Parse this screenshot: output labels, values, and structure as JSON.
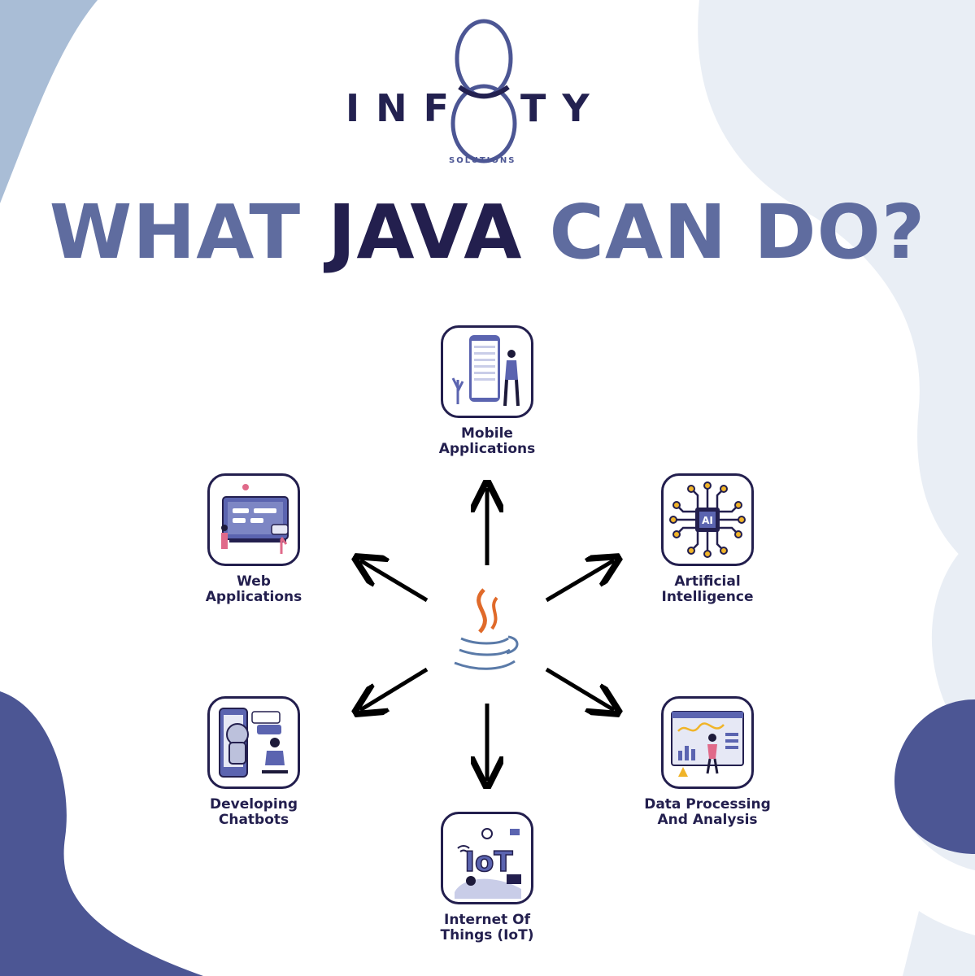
{
  "brand": {
    "name_left": "INF",
    "name_right": "TY",
    "tagline": "SOLUTIONS",
    "colors": {
      "navy": "#231f4e",
      "periwinkle": "#5f6c9f",
      "blob_dark": "#4c5694",
      "blob_light": "#e7edf5"
    }
  },
  "headline": {
    "part1": "WHAT",
    "part2": "JAVA",
    "part3": "CAN DO?"
  },
  "center": {
    "icon": "java-cup-icon"
  },
  "features": [
    {
      "label": "Mobile\nApplications",
      "icon": "mobile-app-icon"
    },
    {
      "label": "Artificial\nIntelligence",
      "icon": "ai-chip-icon"
    },
    {
      "label": "Data Processing\nAnd Analysis",
      "icon": "data-dashboard-icon"
    },
    {
      "label": "Internet Of\nThings (IoT)",
      "icon": "iot-icon"
    },
    {
      "label": "Developing\nChatbots",
      "icon": "chatbot-icon"
    },
    {
      "label": "Web\nApplications",
      "icon": "web-app-icon"
    }
  ]
}
